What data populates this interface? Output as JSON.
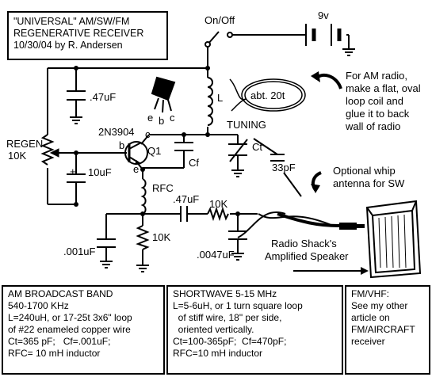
{
  "title_box": {
    "lines": [
      "\"UNIVERSAL\" AM/SW/FM",
      "REGENERATIVE RECEIVER",
      "10/30/04 by R. Andersen"
    ]
  },
  "components": {
    "switch": "On/Off",
    "battery": "9v",
    "cap_top": ".47uF",
    "coil": "L",
    "loop_turns": "abt. 20t",
    "transistor_pins": [
      "e",
      "b",
      "c"
    ],
    "transistor_type": "2N3904",
    "transistor_ref": "Q1",
    "pin_b": "b",
    "pin_c": "c",
    "pin_e": "e",
    "regen_label": "REGEN",
    "regen_value": "10K",
    "tuning": "TUNING",
    "ct": "Ct",
    "cf": "Cf",
    "cap_10uf": "10uF",
    "plus": "+",
    "rfc": "RFC",
    "cap_out": ".47uF",
    "res_10k_series": "10K",
    "res_10k_shunt": "10K",
    "cap_001": ".001uF",
    "cap_0047": ".0047uF",
    "cap_33pf": "33pF"
  },
  "notes": {
    "am_radio": [
      "For AM radio,",
      "make a flat, oval",
      "loop coil and",
      "glue it to back",
      "wall of radio"
    ],
    "whip": [
      "Optional whip",
      "antenna for SW"
    ],
    "speaker": [
      "Radio Shack's",
      "Amplified Speaker"
    ]
  },
  "boxes": {
    "am": [
      "AM BROADCAST BAND",
      "540-1700 KHz",
      "L=240uH, or 17-25t 3x6\" loop",
      "of #22 enameled copper wire",
      "Ct=365 pF;   Cf=.001uF;",
      "RFC= 10 mH inductor"
    ],
    "sw": [
      "SHORTWAVE 5-15 MHz",
      "L=5-6uH, or 1 turn square loop",
      "  of stiff wire, 18\" per side,",
      "  oriented vertically.",
      "Ct=100-365pF;  Cf=470pF;",
      "RFC=10 mH inductor"
    ],
    "fm": [
      "FM/VHF:",
      "See my other",
      "article on",
      "FM/AIRCRAFT",
      "receiver"
    ]
  }
}
